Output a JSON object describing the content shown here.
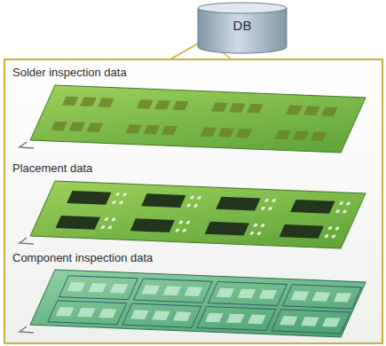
{
  "diagram": {
    "nodes": [
      {
        "text": [
          "DB"
        ]
      }
    ],
    "labels": [
      "Solder inspection data",
      "Placement data",
      "Component inspection data"
    ]
  }
}
